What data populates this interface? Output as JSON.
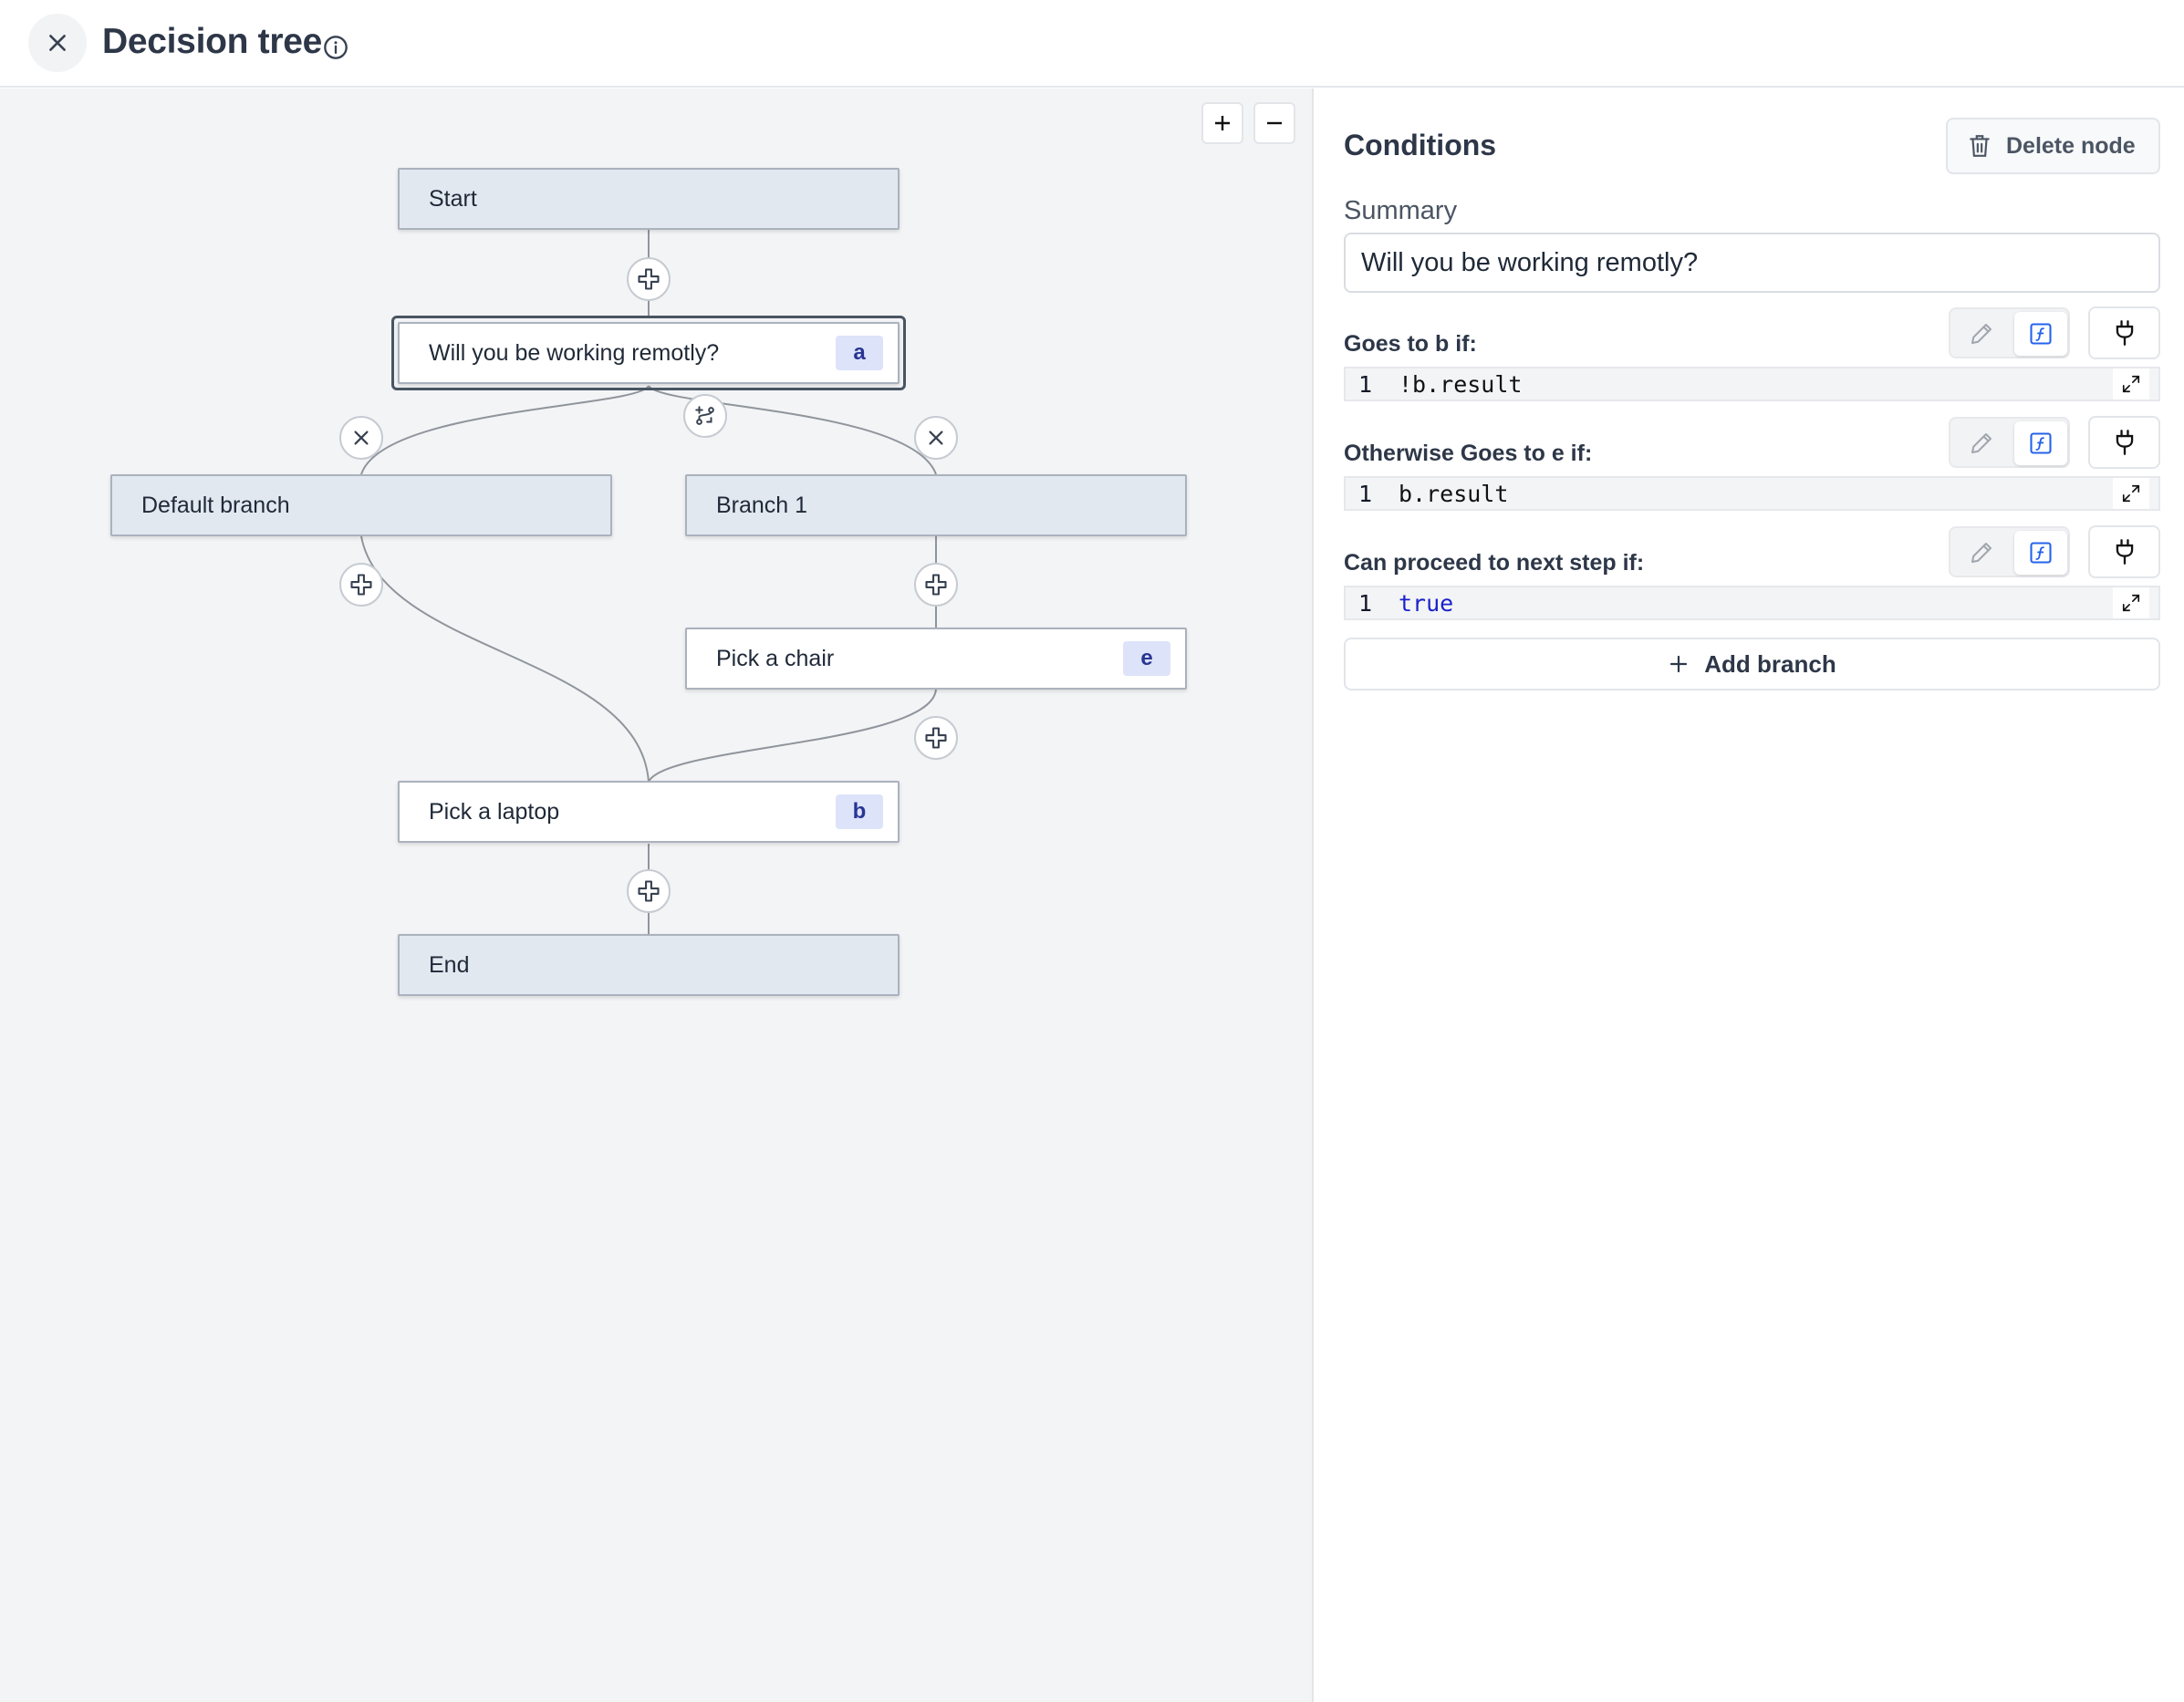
{
  "header": {
    "title": "Decision tree"
  },
  "canvas": {
    "nodes": {
      "start": {
        "label": "Start"
      },
      "question": {
        "label": "Will you be working remotly?",
        "badge": "a"
      },
      "default_branch": {
        "label": "Default branch"
      },
      "branch1": {
        "label": "Branch 1"
      },
      "chair": {
        "label": "Pick a chair",
        "badge": "e"
      },
      "laptop": {
        "label": "Pick a laptop",
        "badge": "b"
      },
      "end": {
        "label": "End"
      }
    }
  },
  "panel": {
    "title": "Conditions",
    "delete_label": "Delete node",
    "summary_label": "Summary",
    "summary_value": "Will you be working remotly?",
    "conditions": [
      {
        "label": "Goes to b if:",
        "line": "1",
        "code": "!b.result"
      },
      {
        "label": "Otherwise Goes to e if:",
        "line": "1",
        "code": "b.result"
      },
      {
        "label": "Can proceed to next step if:",
        "line": "1",
        "code": "true"
      }
    ],
    "add_branch_label": "Add branch"
  },
  "colors": {
    "node_fill": "#e2e8f0",
    "badge_fill": "#dde3f9",
    "badge_text": "#283593",
    "canvas_bg": "#f3f4f6",
    "fx_icon": "#2563eb"
  }
}
